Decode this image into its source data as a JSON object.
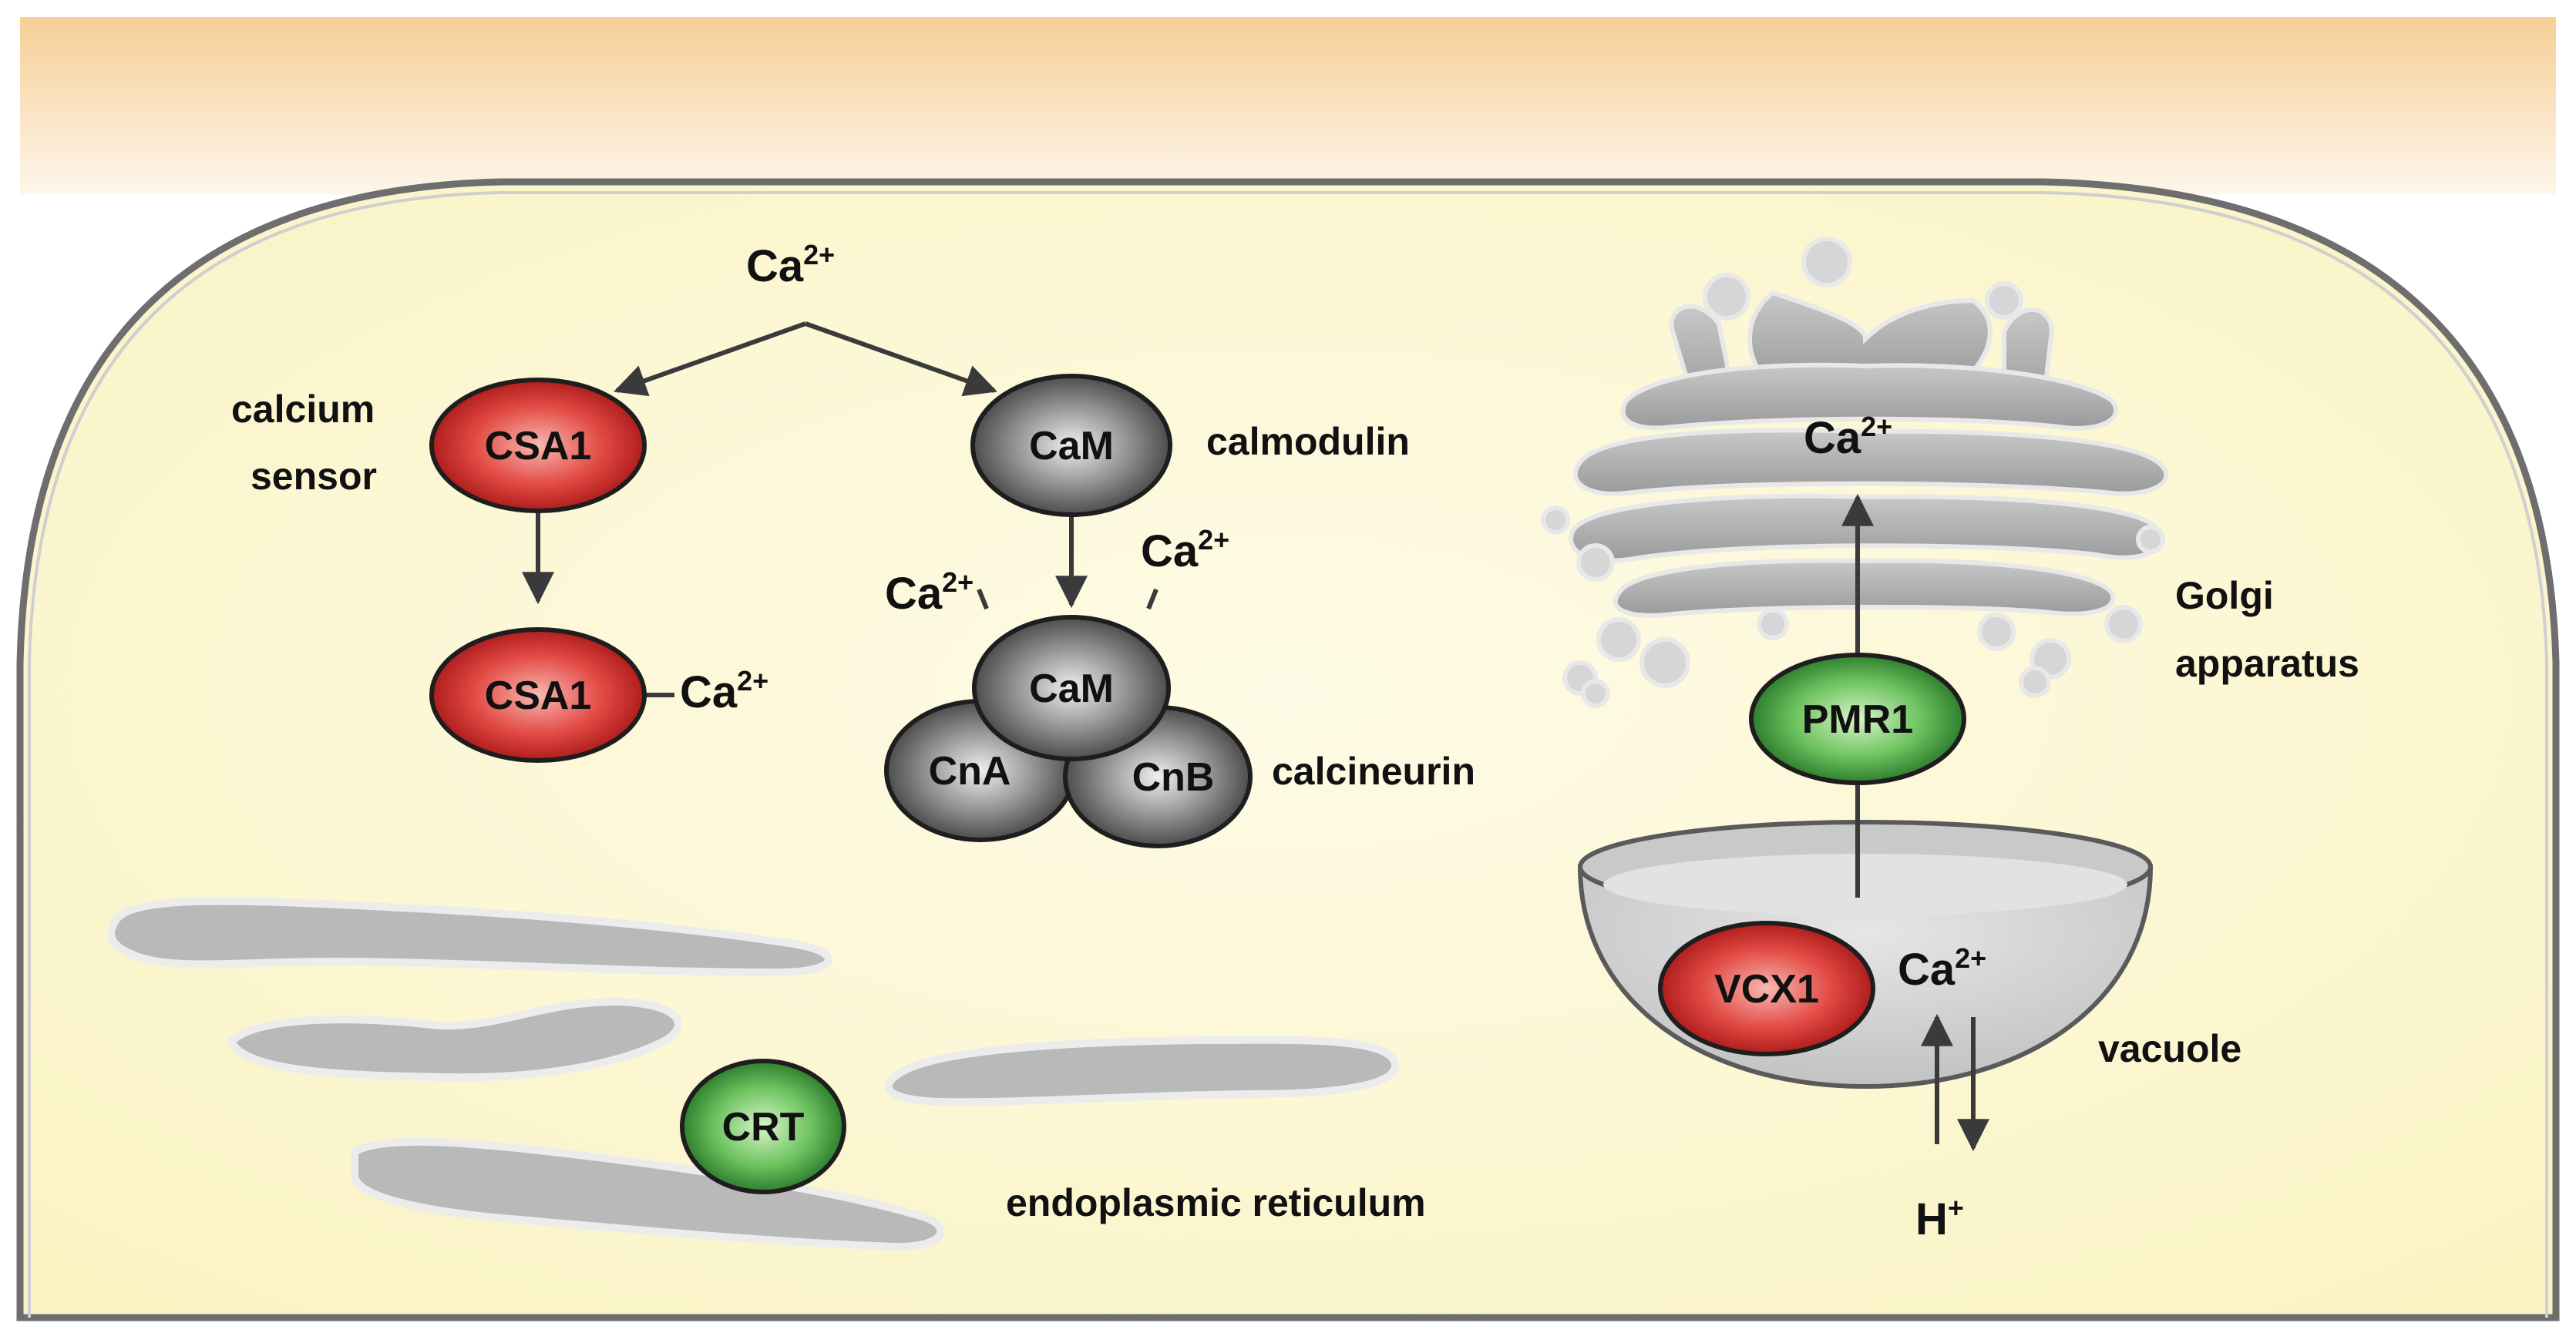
{
  "nodes": {
    "csa1_top": "CSA1",
    "csa1_bottom": "CSA1",
    "cam_top": "CaM",
    "cam_bottom": "CaM",
    "cna": "CnA",
    "cnb": "CnB",
    "pmr1": "PMR1",
    "vcx1": "VCX1",
    "crt": "CRT"
  },
  "labels": {
    "calcium_sensor_1": "calcium",
    "calcium_sensor_2": "sensor",
    "calmodulin": "calmodulin",
    "calcineurin": "calcineurin",
    "golgi_1": "Golgi",
    "golgi_2": "apparatus",
    "vacuole": "vacuole",
    "er": "endoplasmic reticulum"
  },
  "ions": {
    "ca_base": "Ca",
    "ca_charge": "2+",
    "h_base": "H",
    "h_charge": "+"
  },
  "colors": {
    "red_node": "#d42a2a",
    "green_node": "#3a9a3a",
    "gray_node": "#5a5a5a",
    "cytoplasm": "#fcf8d8",
    "extracellular": "#f7d9a8",
    "organelle": "#b9b9b9"
  }
}
